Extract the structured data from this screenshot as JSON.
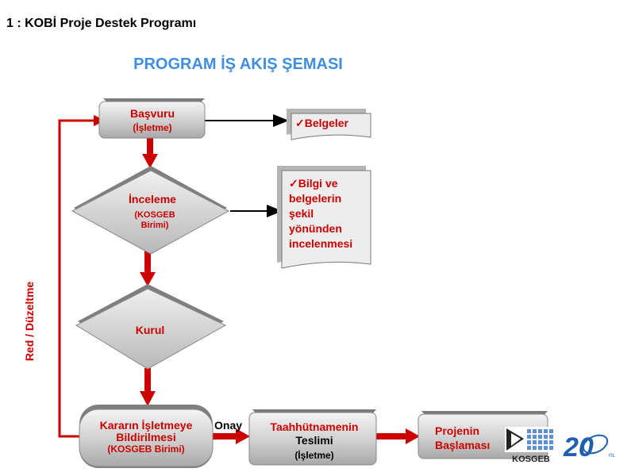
{
  "header": {
    "title": "1 : KOBİ Proje Destek Programı"
  },
  "diagram": {
    "title": "PROGRAM İŞ AKIŞ ŞEMASI",
    "side_label": "Red / Düzeltme",
    "onay_label": "Onay",
    "nodes": {
      "basvuru": {
        "line1": "Başvuru",
        "line2": "(İşletme)"
      },
      "inceleme": {
        "line1": "İnceleme",
        "line2": "(KOSGEB",
        "line3": "Birimi)"
      },
      "kurul": {
        "line1": "Kurul"
      },
      "karar": {
        "line1": "Kararın İşletmeye",
        "line2": "Bildirilmesi",
        "line3": "(KOSGEB Birimi)"
      },
      "taahhut": {
        "line1": "Taahhütnamenin",
        "line2": "Teslimi",
        "line3": "(İşletme)"
      },
      "proje": {
        "line1": "Projenin",
        "line2": "Başlaması"
      }
    },
    "docs": {
      "belgeler": {
        "lines": [
          "✓Belgeler"
        ]
      },
      "bilgi": {
        "lines": [
          "✓Bilgi ve",
          "belgelerin",
          "şekil",
          "yönünden",
          "incelenmesi"
        ]
      }
    }
  },
  "logo": {
    "text": "KOSGEB",
    "anniversary": "20",
    "anniversary_sub": "YIL"
  },
  "colors": {
    "accent_red": "#cc0000",
    "title_blue": "#3f8ee0",
    "box_gray": "#c8c8c8"
  }
}
